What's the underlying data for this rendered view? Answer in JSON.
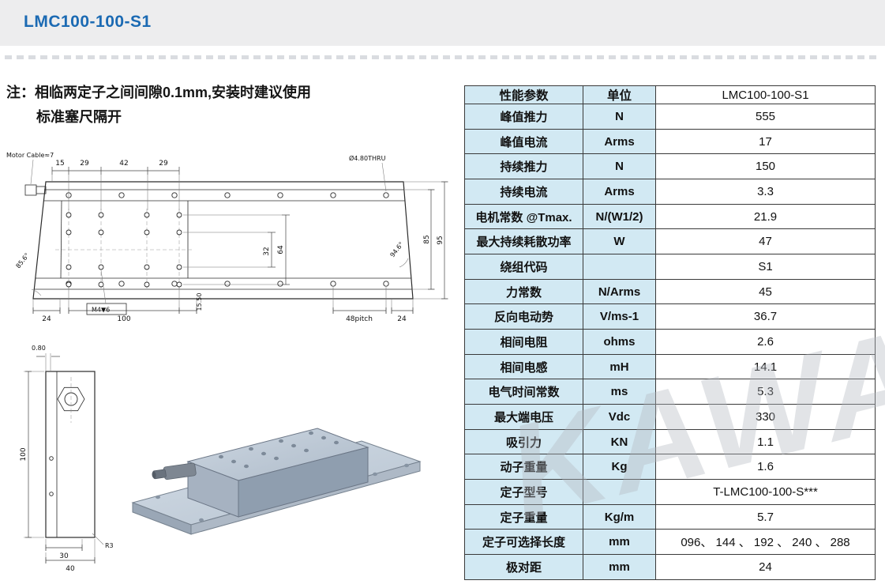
{
  "page": {
    "title": "LMC100-100-S1",
    "note_line1": "注：相临两定子之间间隙0.1mm,安装时建议使用",
    "note_line2": "标准塞尺隔开",
    "watermark": "KAWA"
  },
  "table": {
    "headers": [
      "性能参数",
      "单位",
      "LMC100-100-S1"
    ],
    "rows": [
      [
        "峰值推力",
        "N",
        "555"
      ],
      [
        "峰值电流",
        "Arms",
        "17"
      ],
      [
        "持续推力",
        "N",
        "150"
      ],
      [
        "持续电流",
        "Arms",
        "3.3"
      ],
      [
        "电机常数 @Tmax.",
        "N/(W1/2)",
        "21.9"
      ],
      [
        "最大持续耗散功率",
        "W",
        "47"
      ],
      [
        "绕组代码",
        "",
        "S1"
      ],
      [
        "力常数",
        "N/Arms",
        "45"
      ],
      [
        "反向电动势",
        "V/ms-1",
        "36.7"
      ],
      [
        "相间电阻",
        "ohms",
        "2.6"
      ],
      [
        "相间电感",
        "mH",
        "14.1"
      ],
      [
        "电气时间常数",
        "ms",
        "5.3"
      ],
      [
        "最大端电压",
        "Vdc",
        "330"
      ],
      [
        "吸引力",
        "KN",
        "1.1"
      ],
      [
        "动子重量",
        "Kg",
        "1.6"
      ],
      [
        "定子型号",
        "",
        "T-LMC100-100-S***"
      ],
      [
        "定子重量",
        "Kg/m",
        "5.7"
      ],
      [
        "定子可选择长度",
        "mm",
        "096、 144 、 192 、 240 、 288"
      ],
      [
        "极对距",
        "mm",
        "24"
      ]
    ]
  },
  "drawing": {
    "top_view": {
      "motor_cable_label": "Motor Cable≈7",
      "dims_top": [
        "15",
        "29",
        "42",
        "29"
      ],
      "dim_32": "32",
      "dim_64": "64",
      "hole_note": "Ø4.80THRU",
      "dim_85": "85",
      "dim_95": "95",
      "dim_24_left": "24",
      "m4_label": "M4▼6",
      "dim_100": "100",
      "dim_1550": "15.50",
      "pitch_label": "48pitch",
      "dim_24_right": "24",
      "angle_left": "85.6°",
      "angle_right": "94.6°"
    },
    "side_view": {
      "dim_080": "0.80",
      "dim_100": "100",
      "dim_30": "30",
      "dim_40": "40",
      "r3_label": "R3"
    }
  }
}
